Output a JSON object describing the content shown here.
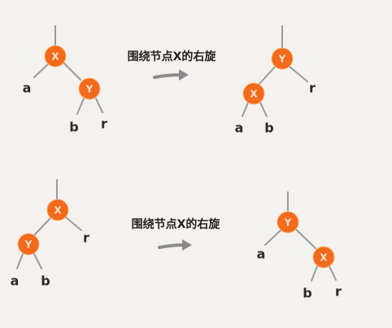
{
  "captions": {
    "top": "围绕节点X的右旋",
    "bottom": "围绕节点X的右旋"
  },
  "top_left": {
    "x": "X",
    "y": "Y",
    "a": "a",
    "b": "b",
    "r": "r"
  },
  "top_right": {
    "y": "Y",
    "x": "X",
    "a": "a",
    "b": "b",
    "r": "r"
  },
  "bottom_left": {
    "x": "X",
    "y": "Y",
    "a": "a",
    "b": "b",
    "r": "r"
  },
  "bottom_right": {
    "y": "Y",
    "x": "X",
    "a": "a",
    "b": "b",
    "r": "r"
  },
  "colors": {
    "node": "#f26a1b",
    "edge": "#9a9a9a",
    "background": "#f4f2ee"
  }
}
